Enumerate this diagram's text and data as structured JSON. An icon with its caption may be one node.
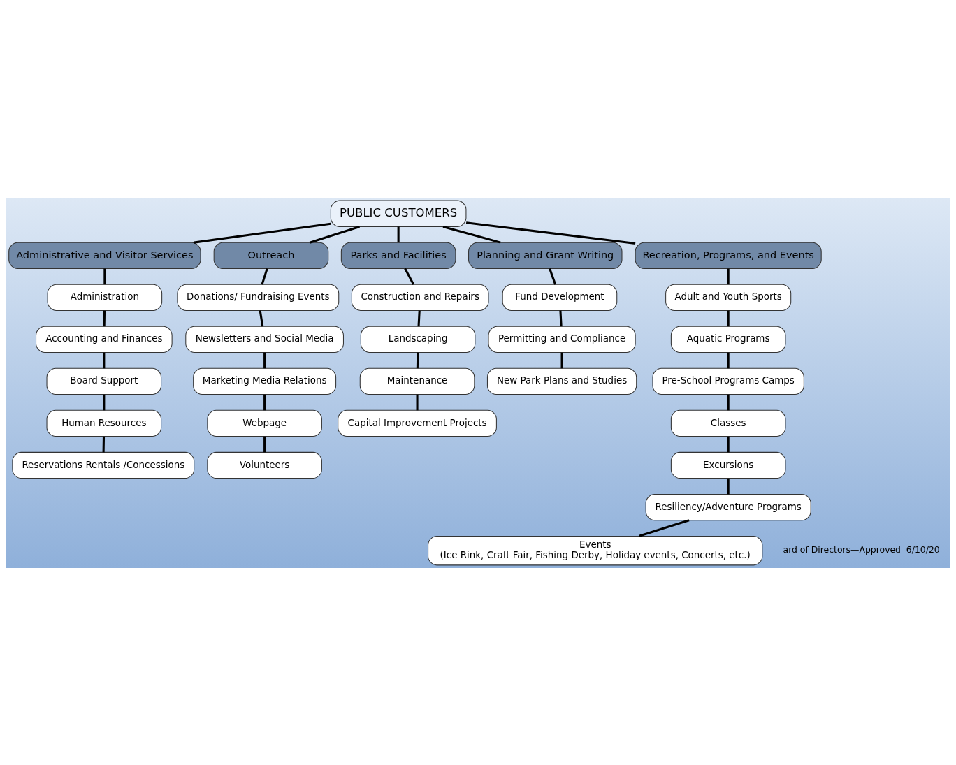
{
  "diagram": {
    "nodes": [
      {
        "text": [
          "PUBLIC CUSTOMERS"
        ]
      },
      {
        "text": [
          "Administrative and Visitor Services"
        ]
      },
      {
        "text": [
          "Outreach"
        ]
      },
      {
        "text": [
          "Parks and Facilities"
        ]
      },
      {
        "text": [
          "Planning and Grant Writing"
        ]
      },
      {
        "text": [
          "Recreation, Programs, and Events"
        ]
      },
      {
        "text": [
          "Administration"
        ]
      },
      {
        "text": [
          "Accounting and Finances"
        ]
      },
      {
        "text": [
          "Board Support"
        ]
      },
      {
        "text": [
          "Human Resources"
        ]
      },
      {
        "text": [
          "Reservations Rentals /Concessions"
        ]
      },
      {
        "text": [
          "Donations/ Fundraising Events"
        ]
      },
      {
        "text": [
          "Newsletters and Social Media"
        ]
      },
      {
        "text": [
          "Marketing Media Relations"
        ]
      },
      {
        "text": [
          "Webpage"
        ]
      },
      {
        "text": [
          "Volunteers"
        ]
      },
      {
        "text": [
          "Construction and Repairs"
        ]
      },
      {
        "text": [
          "Landscaping"
        ]
      },
      {
        "text": [
          "Maintenance"
        ]
      },
      {
        "text": [
          "Capital Improvement Projects"
        ]
      },
      {
        "text": [
          "Fund Development"
        ]
      },
      {
        "text": [
          "Permitting and Compliance"
        ]
      },
      {
        "text": [
          "New Park Plans and Studies"
        ]
      },
      {
        "text": [
          "Adult and Youth Sports"
        ]
      },
      {
        "text": [
          "Aquatic Programs"
        ]
      },
      {
        "text": [
          "Pre-School Programs Camps"
        ]
      },
      {
        "text": [
          "Classes"
        ]
      },
      {
        "text": [
          "Excursions"
        ]
      },
      {
        "text": [
          "Resiliency/Adventure Programs"
        ]
      },
      {
        "text": [
          "Events",
          "(Ice Rink, Craft Fair, Fishing Derby, Holiday events, Concerts, etc.)"
        ]
      }
    ],
    "edges": [
      {
        "from": 0,
        "to": 1,
        "arrow": "none"
      },
      {
        "from": 0,
        "to": 2,
        "arrow": "none"
      },
      {
        "from": 0,
        "to": 3,
        "arrow": "none"
      },
      {
        "from": 0,
        "to": 4,
        "arrow": "none"
      },
      {
        "from": 0,
        "to": 5,
        "arrow": "none"
      },
      {
        "from": 1,
        "to": 6,
        "arrow": "none"
      },
      {
        "from": 6,
        "to": 7,
        "arrow": "none"
      },
      {
        "from": 7,
        "to": 8,
        "arrow": "none"
      },
      {
        "from": 8,
        "to": 9,
        "arrow": "none"
      },
      {
        "from": 9,
        "to": 10,
        "arrow": "none"
      },
      {
        "from": 2,
        "to": 11,
        "arrow": "none"
      },
      {
        "from": 11,
        "to": 12,
        "arrow": "none"
      },
      {
        "from": 12,
        "to": 13,
        "arrow": "none"
      },
      {
        "from": 13,
        "to": 14,
        "arrow": "none"
      },
      {
        "from": 14,
        "to": 15,
        "arrow": "none"
      },
      {
        "from": 3,
        "to": 16,
        "arrow": "none"
      },
      {
        "from": 16,
        "to": 17,
        "arrow": "none"
      },
      {
        "from": 17,
        "to": 18,
        "arrow": "none"
      },
      {
        "from": 18,
        "to": 19,
        "arrow": "none"
      },
      {
        "from": 4,
        "to": 20,
        "arrow": "none"
      },
      {
        "from": 20,
        "to": 21,
        "arrow": "none"
      },
      {
        "from": 21,
        "to": 22,
        "arrow": "none"
      },
      {
        "from": 5,
        "to": 23,
        "arrow": "none"
      },
      {
        "from": 23,
        "to": 24,
        "arrow": "none"
      },
      {
        "from": 24,
        "to": 25,
        "arrow": "none"
      },
      {
        "from": 25,
        "to": 26,
        "arrow": "none"
      },
      {
        "from": 26,
        "to": 27,
        "arrow": "none"
      },
      {
        "from": 27,
        "to": 28,
        "arrow": "none"
      },
      {
        "from": 28,
        "to": 29,
        "arrow": "none"
      }
    ],
    "labels": [
      "ard of Directors—Approved  6/10/20"
    ]
  }
}
